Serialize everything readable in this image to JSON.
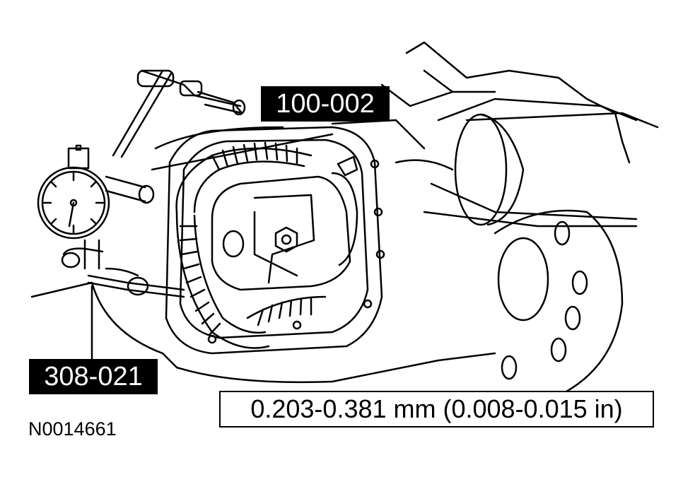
{
  "labels": {
    "tool_top": "100-002",
    "tool_bottom": "308-021"
  },
  "specification": "0.203-0.381 mm (0.008-0.015 in)",
  "figure_id": "N0014661"
}
